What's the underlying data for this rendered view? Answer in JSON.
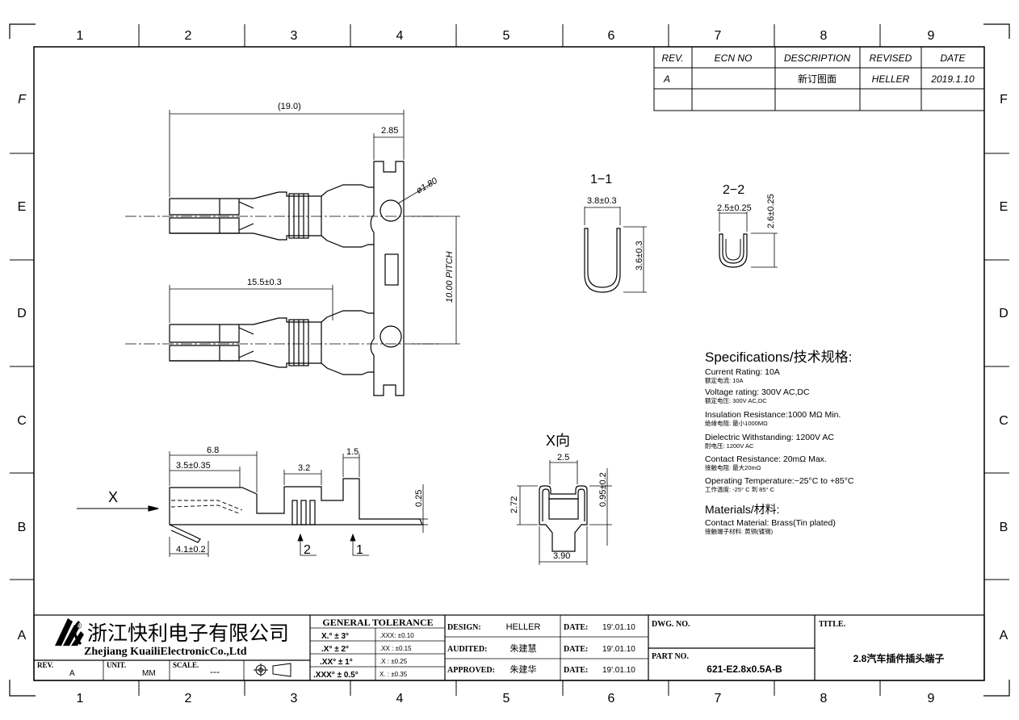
{
  "grid": {
    "columns": [
      "1",
      "2",
      "3",
      "4",
      "5",
      "6",
      "7",
      "8",
      "9"
    ],
    "rows": [
      "F",
      "E",
      "D",
      "C",
      "B",
      "A"
    ]
  },
  "revision_table": {
    "headers": [
      "REV.",
      "ECN NO",
      "DESCRIPTION",
      "REVISED",
      "DATE"
    ],
    "rows": [
      [
        "A",
        "",
        "新订图面",
        "HELLER",
        "2019.1.10"
      ],
      [
        "",
        "",
        "",
        "",
        ""
      ]
    ]
  },
  "dimensions": {
    "overall_length": "(19.0)",
    "tab_width": "2.85",
    "hole_diameter": "ø1.80",
    "pitch": "10.00  PITCH",
    "contact_length": "15.5±0.3",
    "side_6_8": "6.8",
    "side_3_5": "3.5±0.35",
    "side_3_2": "3.2",
    "side_1_5": "1.5",
    "side_0_25": "0.25",
    "side_4_1": "4.1±0.2",
    "section1_title": "1−1",
    "section1_width": "3.8±0.3",
    "section1_height": "3.6±0.3",
    "section2_title": "2−2",
    "section2_width": "2.5±0.25",
    "section2_height": "2.6±0.25",
    "viewx_title": "X向",
    "viewx_top": "2.5",
    "viewx_left": "2.72",
    "viewx_right": "0.95±0.2",
    "viewx_bottom": "3.90",
    "arrow_label": "X",
    "section_mark_2": "2",
    "section_mark_1": "1"
  },
  "specifications": {
    "title": "Specifications/技术规格:",
    "items": [
      {
        "en": "Current Rating:  10A",
        "cn": "额定电流: 10A"
      },
      {
        "en": "Voltage rating: 300V AC,DC",
        "cn": "额定电压: 300V AC,DC"
      },
      {
        "en": "Insulation Resistance:1000 MΩ Min.",
        "cn": "绝缘电阻: 最小1000MΩ"
      },
      {
        "en": "Dielectric Withstanding:  1200V AC",
        "cn": "耐电压: 1200V AC"
      },
      {
        "en": "Contact Resistance:  20mΩ Max.",
        "cn": "接触电阻: 最大20mΩ"
      },
      {
        "en": "Operating Temperature:−25°C to +85°C",
        "cn": "工作温度: -25° C 到 85° C"
      }
    ],
    "materials_title": "Materials/材料:",
    "materials": [
      {
        "en": "Contact Material: Brass(Tin plated)",
        "cn": "接触端子材料: 黄铜(镀锡)"
      }
    ]
  },
  "title_block": {
    "company_cn": "浙江快利电子有限公司",
    "company_en": "Zhejiang KuailiElectronicCo.,Ltd",
    "registered": "®",
    "rev_label": "REV.",
    "rev_value": "A",
    "unit_label": "UNIT.",
    "unit_value": "MM",
    "scale_label": "SCALE.",
    "scale_value": "---",
    "tolerance_title": "GENERAL  TOLERANCE",
    "tolerance_rows": [
      {
        "angle": "X.° ± 3°",
        "lin": ".XXX:  ±0.10"
      },
      {
        "angle": ".X° ± 2°",
        "lin": ".XX :  ±0.15"
      },
      {
        "angle": ".XX° ± 1°",
        "lin": ".X  :  ±0.25"
      },
      {
        "angle": ".XXX° ± 0.5°",
        "lin": "X.  :  ±0.35"
      }
    ],
    "approvals": [
      {
        "label": "DESIGN:",
        "name": "HELLER",
        "date_label": "DATE:",
        "date": "19'.01.10"
      },
      {
        "label": "AUDITED:",
        "name": "朱建慧",
        "date_label": "DATE:",
        "date": "19'.01.10"
      },
      {
        "label": "APPROVED:",
        "name": "朱建华",
        "date_label": "DATE:",
        "date": "19'.01.10"
      }
    ],
    "dwg_no_label": "DWG. NO.",
    "part_no_label": "PART NO.",
    "part_no": "621-E2.8x0.5A-B",
    "title_label": "TITLE.",
    "title": "2.8汽车插件插头端子"
  }
}
